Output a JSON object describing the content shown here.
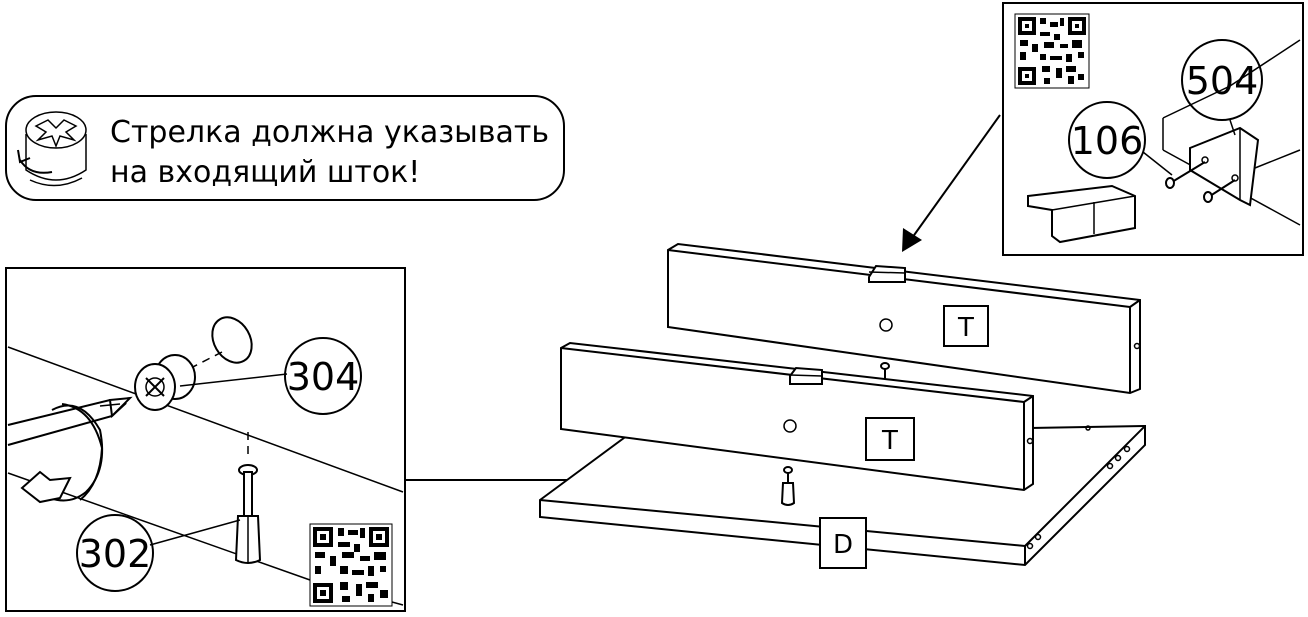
{
  "note": {
    "line1": "Стрелка должна указывать",
    "line2": "на входящий шток!",
    "icon": "cam-lock-arrow-icon"
  },
  "callouts": {
    "c504": "504",
    "c106": "106",
    "c304": "304",
    "c302": "302"
  },
  "panels": {
    "top_back": "T",
    "top_front": "T",
    "bottom": "D"
  },
  "icons": {
    "qr_top": "qr-code-icon",
    "qr_bottom": "qr-code-icon",
    "screwdriver": "screwdriver-icon",
    "rotation_arrow": "rotation-arrow-icon"
  }
}
